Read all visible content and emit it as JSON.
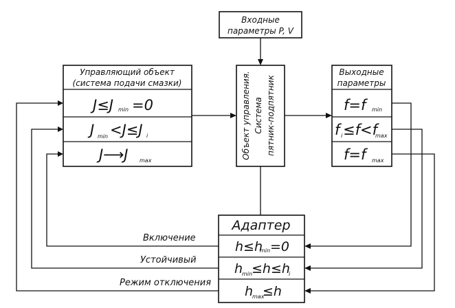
{
  "input_box": {
    "line1": "Входные",
    "line2": "параметры P, V"
  },
  "control_box": {
    "title1": "Управляющий объект",
    "title2": "(система подачи смазки)",
    "rows": [
      {
        "a": "J≤J",
        "a_sub": "min",
        "b": "=0"
      },
      {
        "a": "J",
        "a_sub": "min",
        "b": "<J≤J",
        "b_sub": "i"
      },
      {
        "a": "J⟶J",
        "a_sub": "max"
      }
    ]
  },
  "plant_box": {
    "line1": "Объект управления.",
    "line2": "Система",
    "line3": "пятник-подпятник"
  },
  "output_box": {
    "title1": "Выходные",
    "title2": "параметры",
    "rows": [
      {
        "a": "f=f",
        "a_sub": "min"
      },
      {
        "a": "f",
        "a_sub": "i",
        "b": "≤f<f",
        "b_sub": "max"
      },
      {
        "a": "f=f",
        "a_sub": "max"
      }
    ]
  },
  "adapter_box": {
    "title": "Адаптер",
    "rows": [
      {
        "a": "h≤h",
        "a_sub": "min",
        "b": "=0"
      },
      {
        "a": "h",
        "a_sub": "min",
        "b": "≤h≤h",
        "b_sub": "i"
      },
      {
        "a": "h",
        "a_sub": "max",
        "b": "≤h"
      }
    ]
  },
  "labels": {
    "on": "Включение",
    "stable": "Устойчивый",
    "off": "Режим отключения"
  }
}
